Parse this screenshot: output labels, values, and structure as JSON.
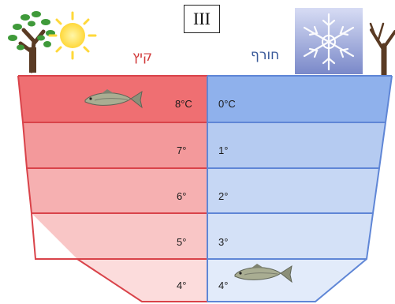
{
  "panel_number": "III",
  "seasons": {
    "summer_label": "קיץ",
    "winter_label": "חורף"
  },
  "summer_temps": [
    "8°C",
    "7°",
    "6°",
    "5°",
    "4°"
  ],
  "winter_temps": [
    "0°C",
    "1°",
    "2°",
    "3°",
    "4°"
  ],
  "colors": {
    "summer_bands": [
      "#ef6f72",
      "#f3999b",
      "#f6b0b1",
      "#f9c6c6",
      "#fcdcdc"
    ],
    "winter_bands": [
      "#8fb1ec",
      "#b5cbf1",
      "#c6d7f4",
      "#d4e1f7",
      "#e2ebfa"
    ],
    "summer_stroke": "#d9434a",
    "winter_stroke": "#5f86d6",
    "summer_label": "#d13a3a",
    "winter_label": "#3a5a9a"
  },
  "icons": [
    "tree-icon",
    "sun-icon",
    "snowflake-icon",
    "bare-tree-icon",
    "fish-icon"
  ]
}
